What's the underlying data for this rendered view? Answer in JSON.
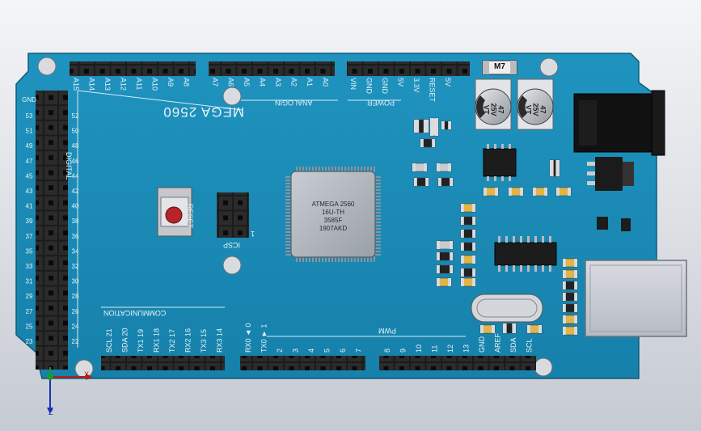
{
  "board": {
    "model_label": "MEGA 2560",
    "color": "#1a8ab5",
    "digital_label": "DIGITAL",
    "analogin_label": "ANALOGIN",
    "power_label": "POWER",
    "communication_label": "COMMUNICATION",
    "pwm_label": "PWM",
    "reset_label": "RESET",
    "icsp_label": "ICSP",
    "icsp_pin1": "1"
  },
  "mcu": {
    "line1": "ATMEGA 2560",
    "line2": "16U-TH",
    "line3": "3585F",
    "line4": "1907AKD"
  },
  "capacitors": [
    {
      "line1": "47",
      "line2": "25V",
      "line3": "VT"
    },
    {
      "line1": "47",
      "line2": "25V",
      "line3": "VT"
    }
  ],
  "fuse_label": "M7",
  "headers": {
    "analog_high": [
      "A15",
      "A14",
      "A13",
      "A12",
      "A11",
      "A10",
      "A9",
      "A8"
    ],
    "analog_low": [
      "A7",
      "A6",
      "A5",
      "A4",
      "A3",
      "A2",
      "A1",
      "A0"
    ],
    "power": [
      "VIN",
      "GND",
      "GND",
      "5V",
      "3.3V",
      "RESET",
      "5V"
    ],
    "communication": [
      "SCL 21",
      "SDA 20",
      "TX1 19",
      "RX1 18",
      "TX2 17",
      "RX2 16",
      "TX3 15",
      "RX3 14"
    ],
    "pwm_low": [
      "RX0 ◄ 0",
      "TX0 ► 1",
      "2",
      "3",
      "4",
      "5",
      "6",
      "7"
    ],
    "pwm_high": [
      "8",
      "9",
      "10",
      "11",
      "12",
      "13",
      "GND",
      "AREF",
      "SDA",
      "SCL"
    ],
    "digital_left": [
      "53",
      "51",
      "49",
      "47",
      "45",
      "43",
      "41",
      "39",
      "37",
      "35",
      "33",
      "31",
      "29",
      "27",
      "25",
      "23"
    ],
    "digital_right": [
      "52",
      "50",
      "48",
      "46",
      "44",
      "42",
      "40",
      "38",
      "36",
      "34",
      "32",
      "30",
      "28",
      "26",
      "24",
      "22"
    ],
    "gnd_top": "GND"
  },
  "triad": {
    "x_label": "X",
    "y_label": "Y",
    "z_label": "Z"
  }
}
